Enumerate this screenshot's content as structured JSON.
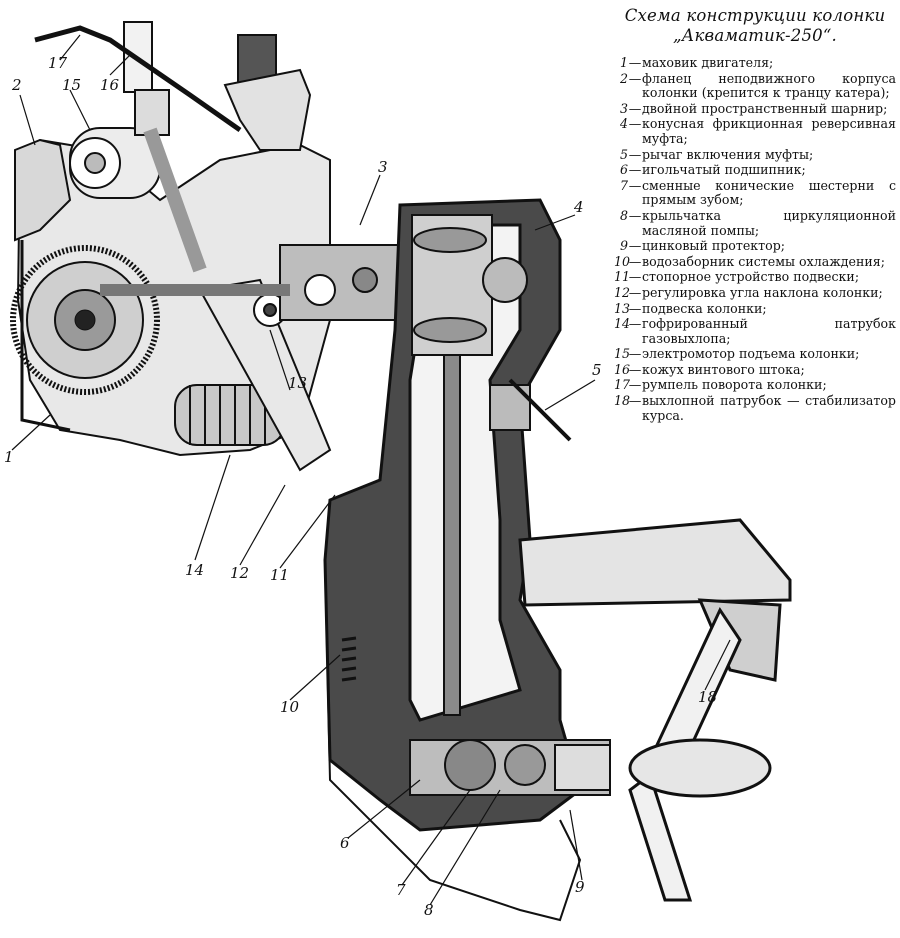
{
  "title": "Схема конструкции колонки „Акваматик-250“.",
  "legend": [
    {
      "num": "1",
      "text": "маховик двигателя;"
    },
    {
      "num": "2",
      "text": "фланец неподвижного корпуса колонки (крепится к транцу катера);"
    },
    {
      "num": "3",
      "text": "двойной пространственный шарнир;"
    },
    {
      "num": "4",
      "text": "конусная фрикционная реверсивная муфта;"
    },
    {
      "num": "5",
      "text": "рычаг включения муфты;"
    },
    {
      "num": "6",
      "text": "игольчатый подшипник;"
    },
    {
      "num": "7",
      "text": "сменные конические шестерни с прямым зубом;"
    },
    {
      "num": "8",
      "text": "крыльчатка циркуляционной масляной помпы;"
    },
    {
      "num": "9",
      "text": "цинковый протектор;"
    },
    {
      "num": "10",
      "text": "водозаборник системы охлаждения;"
    },
    {
      "num": "11",
      "text": "стопорное устройство подвески;"
    },
    {
      "num": "12",
      "text": "регулировка угла наклона колонки;"
    },
    {
      "num": "13",
      "text": "подвеска колонки;"
    },
    {
      "num": "14",
      "text": "гофрированный патрубок газовыхлопа;"
    },
    {
      "num": "15",
      "text": "электромотор подъема колонки;"
    },
    {
      "num": "16",
      "text": "кожух винтового штока;"
    },
    {
      "num": "17",
      "text": "румпель поворота колонки;"
    },
    {
      "num": "18",
      "text": "выхлопной патрубок — стабилизатор курса."
    }
  ],
  "callouts": [
    "1",
    "2",
    "3",
    "4",
    "5",
    "6",
    "7",
    "8",
    "9",
    "10",
    "11",
    "12",
    "13",
    "14",
    "15",
    "16",
    "17",
    "18"
  ],
  "dash": "—"
}
